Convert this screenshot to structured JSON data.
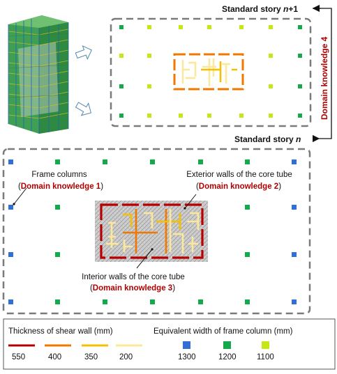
{
  "labels": {
    "story_top_prefix": "Standard story ",
    "story_top_var": "n",
    "story_top_suffix": "+1",
    "story_bottom_prefix": "Standard story ",
    "story_bottom_var": "n",
    "domain4": "Domain knowledge 4",
    "frame_columns": "Frame columns",
    "dk1": "Domain knowledge 1",
    "ext_walls": "Exterior walls of the core tube",
    "dk2": "Domain knowledge 2",
    "int_walls": "Interior walls of the core tube",
    "dk3": "Domain knowledge 3",
    "open_paren": "(",
    "close_paren": ")"
  },
  "legend": {
    "wall_title": "Thickness of shear wall (mm)",
    "column_title": "Equivalent width of frame column (mm)",
    "walls": [
      {
        "value": "550",
        "color": "#b80000"
      },
      {
        "value": "400",
        "color": "#f07800"
      },
      {
        "value": "350",
        "color": "#f5c000"
      },
      {
        "value": "200",
        "color": "#fde89a"
      }
    ],
    "columns": [
      {
        "value": "1300",
        "color": "#2f6fd6"
      },
      {
        "value": "1200",
        "color": "#14a94a"
      },
      {
        "value": "1100",
        "color": "#c8e614"
      }
    ]
  }
}
